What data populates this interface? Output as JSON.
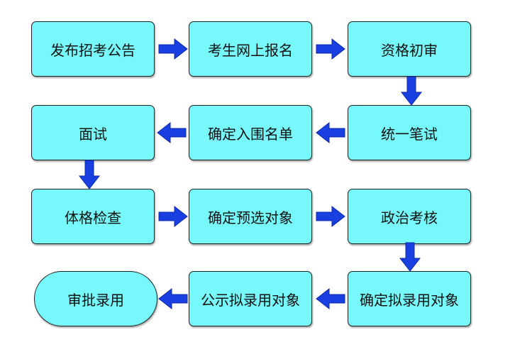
{
  "colors": {
    "node_fill": "#77f9fb",
    "node_border": "#222222",
    "arrow": "#1a3fe0"
  },
  "nodes": [
    {
      "id": "n1",
      "label": "发布招考公告"
    },
    {
      "id": "n2",
      "label": "考生网上报名"
    },
    {
      "id": "n3",
      "label": "资格初审"
    },
    {
      "id": "n4",
      "label": "统一笔试"
    },
    {
      "id": "n5",
      "label": "确定入围名单"
    },
    {
      "id": "n6",
      "label": "面试"
    },
    {
      "id": "n7",
      "label": "体格检查"
    },
    {
      "id": "n8",
      "label": "确定预选对象"
    },
    {
      "id": "n9",
      "label": "政治考核"
    },
    {
      "id": "n10",
      "label": "确定拟录用对象"
    },
    {
      "id": "n11",
      "label": "公示拟录用对象"
    },
    {
      "id": "n12",
      "label": "审批录用"
    }
  ],
  "edges": [
    {
      "from": "n1",
      "to": "n2"
    },
    {
      "from": "n2",
      "to": "n3"
    },
    {
      "from": "n3",
      "to": "n4"
    },
    {
      "from": "n4",
      "to": "n5"
    },
    {
      "from": "n5",
      "to": "n6"
    },
    {
      "from": "n6",
      "to": "n7"
    },
    {
      "from": "n7",
      "to": "n8"
    },
    {
      "from": "n8",
      "to": "n9"
    },
    {
      "from": "n9",
      "to": "n10"
    },
    {
      "from": "n10",
      "to": "n11"
    },
    {
      "from": "n11",
      "to": "n12"
    }
  ]
}
